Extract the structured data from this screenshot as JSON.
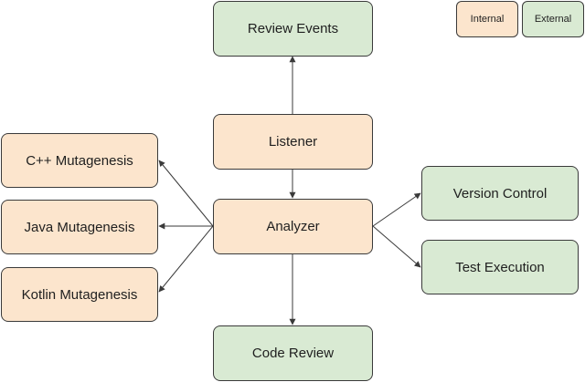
{
  "legend": {
    "internal_label": "Internal",
    "external_label": "External"
  },
  "nodes": {
    "review_events": "Review Events",
    "listener": "Listener",
    "analyzer": "Analyzer",
    "code_review": "Code Review",
    "cpp_mutagenesis": "C++ Mutagenesis",
    "java_mutagenesis": "Java Mutagenesis",
    "kotlin_mutagenesis": "Kotlin Mutagenesis",
    "version_control": "Version Control",
    "test_execution": "Test Execution"
  },
  "colors": {
    "internal": "#fce5cd",
    "external": "#d9ead3",
    "border": "#3a3a3a",
    "edge": "#3a3a3a"
  }
}
